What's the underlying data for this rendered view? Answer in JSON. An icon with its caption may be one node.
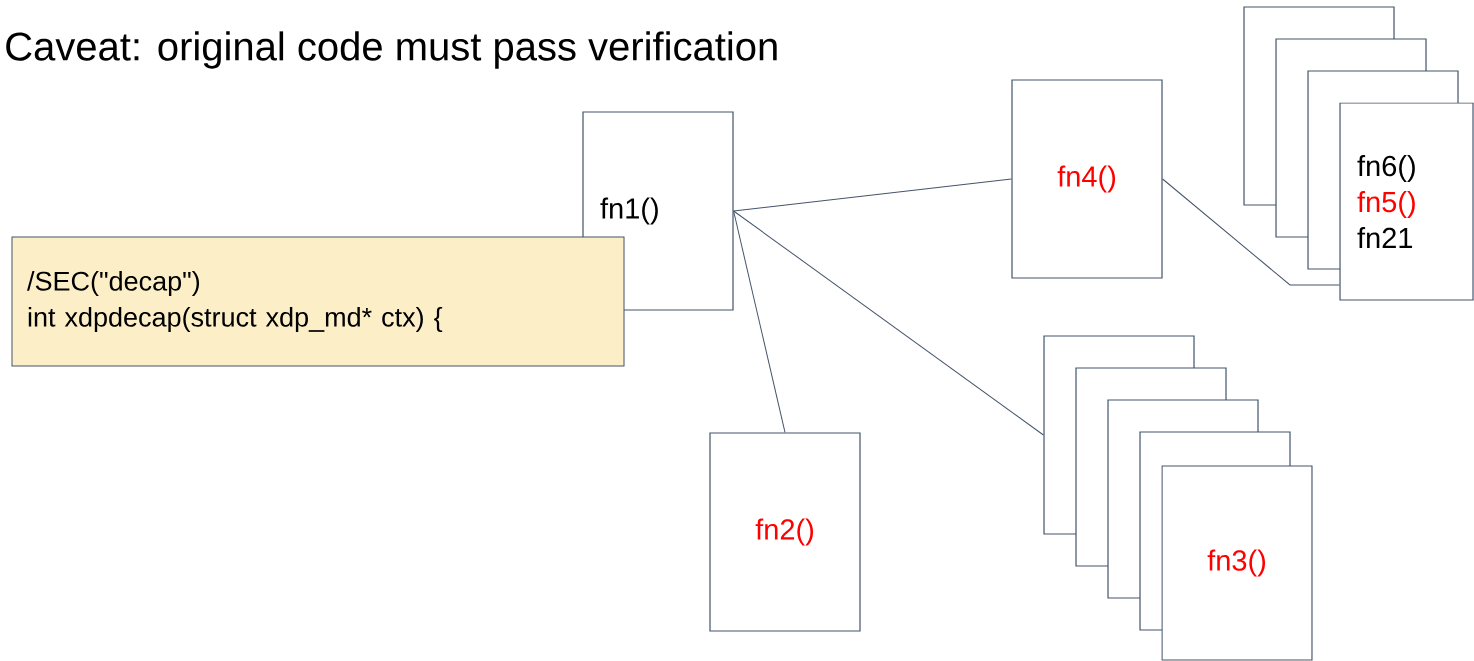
{
  "diagram": {
    "title": "Caveat: original code must pass verification",
    "nodes": [
      {
        "text": [
          "/SEC(\"decap\")",
          "int xdpdecap(struct xdp_md* ctx) {"
        ]
      },
      {
        "text": [
          "fn1()"
        ]
      },
      {
        "text": [
          "fn4()"
        ]
      },
      {
        "text": [],
        "shape": "box"
      },
      {
        "text": [],
        "shape": "box"
      },
      {
        "text": [],
        "shape": "box"
      },
      {
        "text": [
          "fn6()",
          "fn5()",
          "fn21"
        ]
      },
      {
        "text": [
          "fn2()"
        ]
      },
      {
        "text": [],
        "shape": "box"
      },
      {
        "text": [],
        "shape": "box"
      },
      {
        "text": [],
        "shape": "box"
      },
      {
        "text": [],
        "shape": "box"
      },
      {
        "text": [
          "fn3()"
        ]
      }
    ],
    "edges": [
      {
        "from": 1,
        "to": 2,
        "arrow": "none"
      },
      {
        "from": 2,
        "to": 6,
        "arrow": "none"
      },
      {
        "from": 1,
        "to": 7,
        "arrow": "none"
      },
      {
        "from": 1,
        "to": 8,
        "arrow": "none"
      }
    ]
  }
}
